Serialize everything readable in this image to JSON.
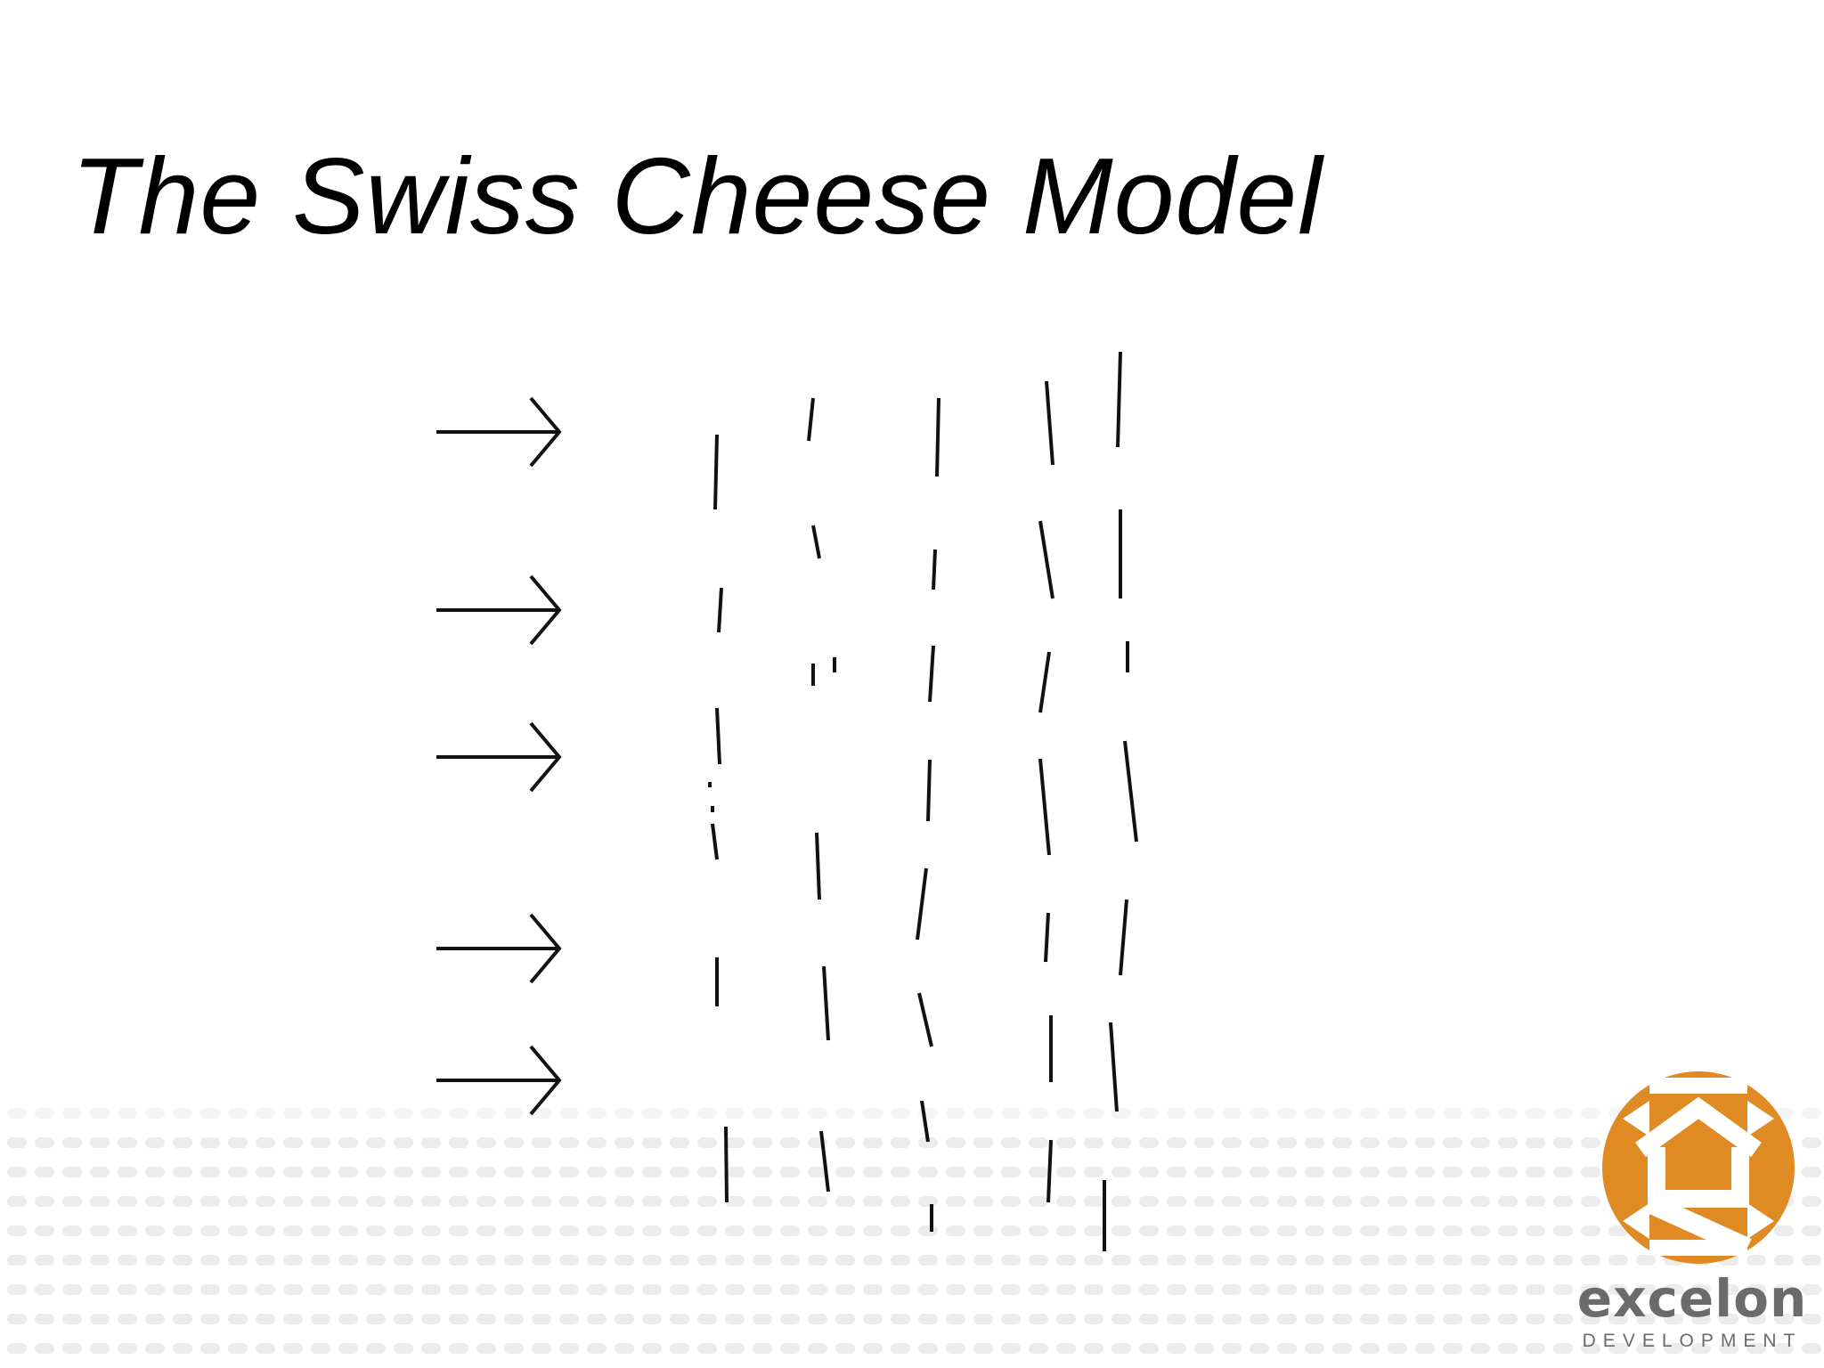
{
  "slide": {
    "title": "The Swiss Cheese Model"
  },
  "diagram": {
    "arrow_count": 5,
    "layer_count": 5,
    "stroke_color": "#111111"
  },
  "logo": {
    "brand": "excelon",
    "tagline": "DEVELOPMENT",
    "icon": "excelon-house-logo-icon",
    "accent_color": "#E08A24",
    "text_color": "#6b6b6b"
  },
  "background": {
    "pattern": "dotted-bands",
    "dot_color": "#ececec"
  }
}
